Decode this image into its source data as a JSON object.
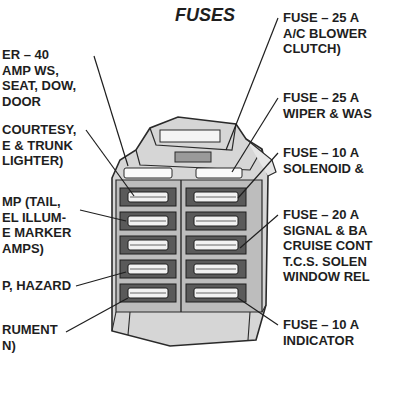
{
  "diagram": {
    "title": "FUSES",
    "labels": [
      "ER – 40 AMP WS, SEAT, DOW, DOOR",
      "COURTESY, E & TRUNK LIGHTER)",
      "MP (TAIL, EL ILLUM- E MARKER AMPS)",
      "P, HAZARD",
      "RUMENT N)",
      "FUSE – 25 A A/C BLOWER CLUTCH)",
      "FUSE – 25 A WIPER & WAS",
      "FUSE – 10 A SOLENOID &",
      "FUSE – 20 A SIGNAL & BA CRUISE CONT T.C.S. SOLEN WINDOW REL",
      "FUSE – 10 A INDICATOR"
    ]
  }
}
